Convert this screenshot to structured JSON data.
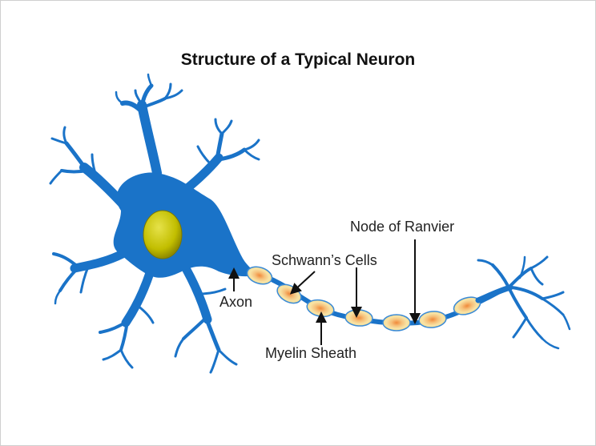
{
  "title": "Structure of a Typical Neuron",
  "labels": {
    "node_of_ranvier": "Node of Ranvier",
    "schwann_cells": "Schwann’s Cells",
    "axon": "Axon",
    "myelin_sheath": "Myelin Sheath"
  },
  "colors": {
    "neuron_blue": "#1a73c8",
    "nucleus": "#c8c400",
    "schwann_cell": "#f7e6a0",
    "schwann_nucleus": "#f08a3a",
    "arrow": "#111111"
  }
}
